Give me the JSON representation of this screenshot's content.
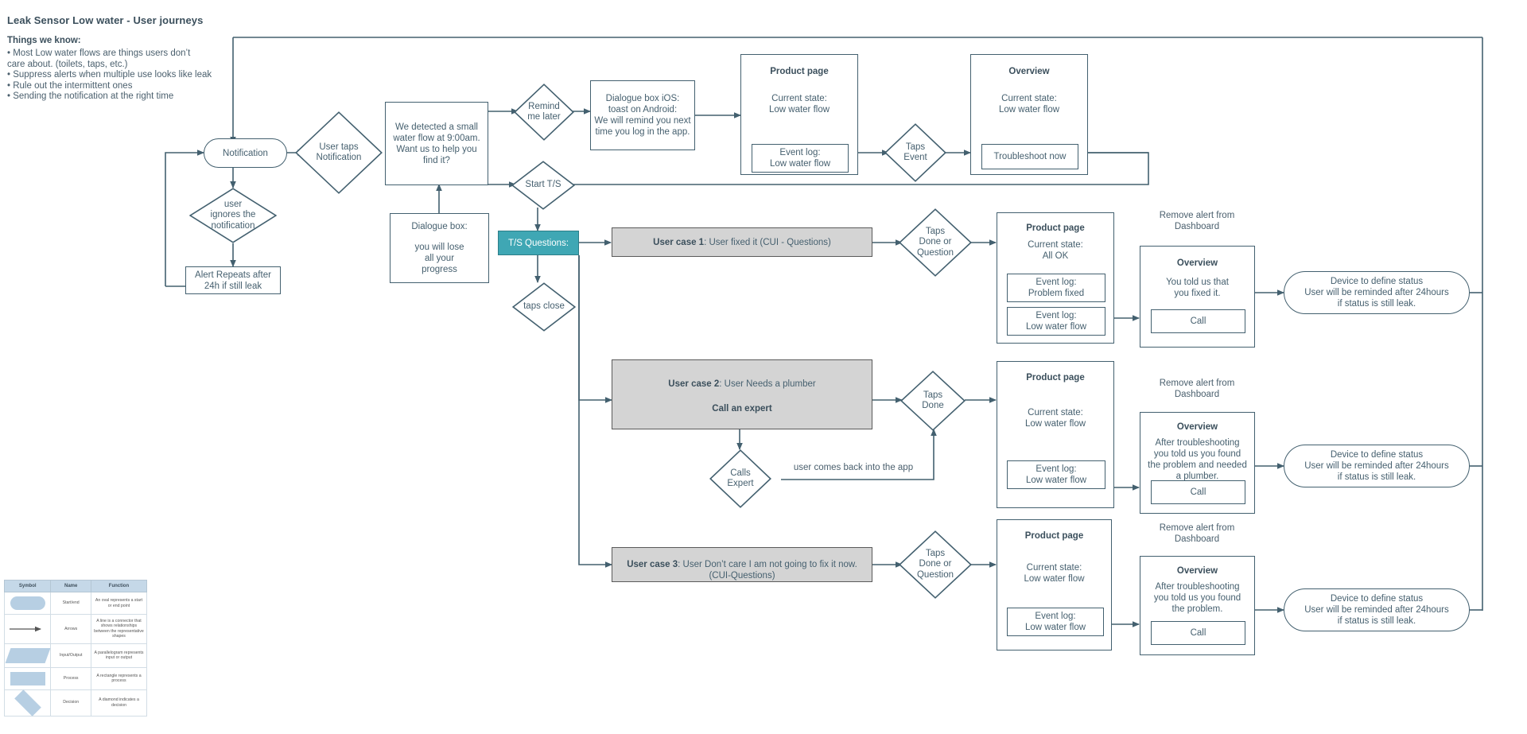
{
  "header": {
    "title": "Leak Sensor Low water - User journeys",
    "subtitle": "Things we know:",
    "bullets": [
      "• Most Low water flows are things users don’t",
      "care about. (toilets, taps, etc.)",
      "• Suppress alerts when multiple use looks like leak",
      "• Rule out the intermittent ones",
      "• Sending the notification at the right time"
    ]
  },
  "colors": {
    "line": "#43606f",
    "text": "#46606f",
    "heading": "#3b4f5c",
    "teal_fill": "#3fa7b4",
    "grey_fill": "#d4d4d4",
    "legend_header_fill": "#c5d8e8",
    "legend_shape_fill": "#b7cfe3"
  },
  "flow": {
    "notification": "Notification",
    "user_ignores": "user\nignores the\nnotification",
    "alert_repeats": "Alert Repeats after\n24h if still leak",
    "user_taps_notification": "User taps\nNotification",
    "detect_prompt": "We detected a small\nwater flow at 9:00am.\nWant us to help you\nfind it?",
    "dialogue_box_lose": {
      "line1": "Dialogue box:",
      "line2": "you will lose\nall your\nprogress"
    },
    "remind_me_later": "Remind\nme later",
    "start_ts": "Start T/S",
    "dialogue_ios": "Dialogue box iOS:\ntoast on Android:\nWe will remind you next\ntime you log in the app.",
    "ts_questions": "T/S Questions:",
    "taps_close": "taps close"
  },
  "top_row": {
    "product_page": {
      "title": "Product page",
      "state": "Current state:\nLow water flow",
      "event_log": "Event log:\nLow water flow"
    },
    "taps_event": "Taps\nEvent",
    "overview": {
      "title": "Overview",
      "state": "Current state:\nLow water flow",
      "button": "Troubleshoot now"
    }
  },
  "case1": {
    "banner_bold": "User case 1",
    "banner_rest": ": User fixed it (CUI - Questions)",
    "decision": "Taps\nDone or\nQuestion",
    "product_page": {
      "title": "Product page",
      "state": "Current state:\nAll OK",
      "event_log_1": "Event log:\nProblem fixed",
      "event_log_2": "Event log:\nLow water flow"
    },
    "remove_alert": "Remove alert from\nDashboard",
    "overview": {
      "title": "Overview",
      "body": "You told us that\nyou fixed it.",
      "button": "Call"
    },
    "end": "Device to define status\nUser will be reminded after 24hours\nif status is still leak."
  },
  "case2": {
    "banner_bold": "User case 2",
    "banner_rest": ": User Needs a plumber",
    "banner_cta": "Call an expert",
    "calls_expert": "Calls\nExpert",
    "return_label": "user comes back into the app",
    "decision": "Taps\nDone",
    "product_page": {
      "title": "Product page",
      "state": "Current state:\nLow water flow",
      "event_log": "Event log:\nLow water flow"
    },
    "remove_alert": "Remove alert from\nDashboard",
    "overview": {
      "title": "Overview",
      "body": "After troubleshooting\nyou told us you found\nthe problem and needed\na plumber.",
      "button": "Call"
    },
    "end": "Device to define status\nUser will be reminded after 24hours\nif status is still leak."
  },
  "case3": {
    "banner_bold": "User case 3",
    "banner_rest": ": User Don’t care I am not going to fix it now.\n(CUI-Questions)",
    "decision": "Taps\nDone or\nQuestion",
    "product_page": {
      "title": "Product page",
      "state": "Current state:\nLow water flow",
      "event_log": "Event log:\nLow water flow"
    },
    "remove_alert": "Remove alert from\nDashboard",
    "overview": {
      "title": "Overview",
      "body": "After troubleshooting\nyou told us you found\nthe problem.",
      "button": "Call"
    },
    "end": "Device to define status\nUser will be reminded after 24hours\nif status is still leak."
  },
  "legend": {
    "headers": [
      "Symbol",
      "Name",
      "Function"
    ],
    "rows": [
      {
        "shape": "oval",
        "name": "Start/end",
        "function": "An oval represents a start or end point"
      },
      {
        "shape": "arrow",
        "name": "Arrows",
        "function": "A line is a connector that shows relationships between the representative shapes"
      },
      {
        "shape": "para",
        "name": "Input/Output",
        "function": "A parallelogram represents input or output"
      },
      {
        "shape": "rect",
        "name": "Process",
        "function": "A rectangle represents a process"
      },
      {
        "shape": "dia",
        "name": "Decision",
        "function": "A diamond indicates a decision"
      }
    ]
  }
}
